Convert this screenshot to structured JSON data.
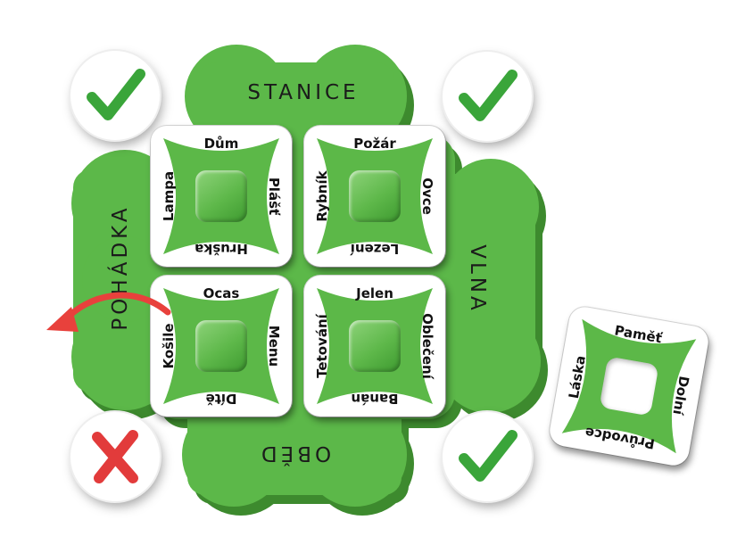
{
  "board": {
    "clues": {
      "top": "STANICE",
      "right": "VLNA",
      "bottom": "OBĚD",
      "left": "POHÁDKA"
    },
    "leaf_color": "#5cb848",
    "leaf_shadow": "#3d8a2e"
  },
  "marks": {
    "top_left": {
      "type": "check",
      "icon": "check-icon",
      "color": "#3aa53a"
    },
    "top_right": {
      "type": "check",
      "icon": "check-icon",
      "color": "#3aa53a"
    },
    "bottom_left": {
      "type": "cross",
      "icon": "cross-icon",
      "color": "#e23b3b"
    },
    "bottom_right": {
      "type": "check",
      "icon": "check-icon",
      "color": "#3aa53a"
    }
  },
  "cards": {
    "top_left": {
      "top": "Dům",
      "right": "Plášť",
      "bottom": "Hruška",
      "left": "Lampa"
    },
    "top_right": {
      "top": "Požár",
      "right": "Ovce",
      "bottom": "Lezení",
      "left": "Rybník"
    },
    "bottom_left": {
      "top": "Ocas",
      "right": "Menu",
      "bottom": "Dítě",
      "left": "Košile"
    },
    "bottom_right": {
      "top": "Jelen",
      "right": "Oblečení",
      "bottom": "Banán",
      "left": "Tetování"
    },
    "spare": {
      "top": "Paměť",
      "right": "Dolní",
      "bottom": "Průvodce",
      "left": "Láska"
    }
  },
  "arrow": {
    "icon": "rotate-arrow-icon",
    "color": "#e8413c"
  }
}
